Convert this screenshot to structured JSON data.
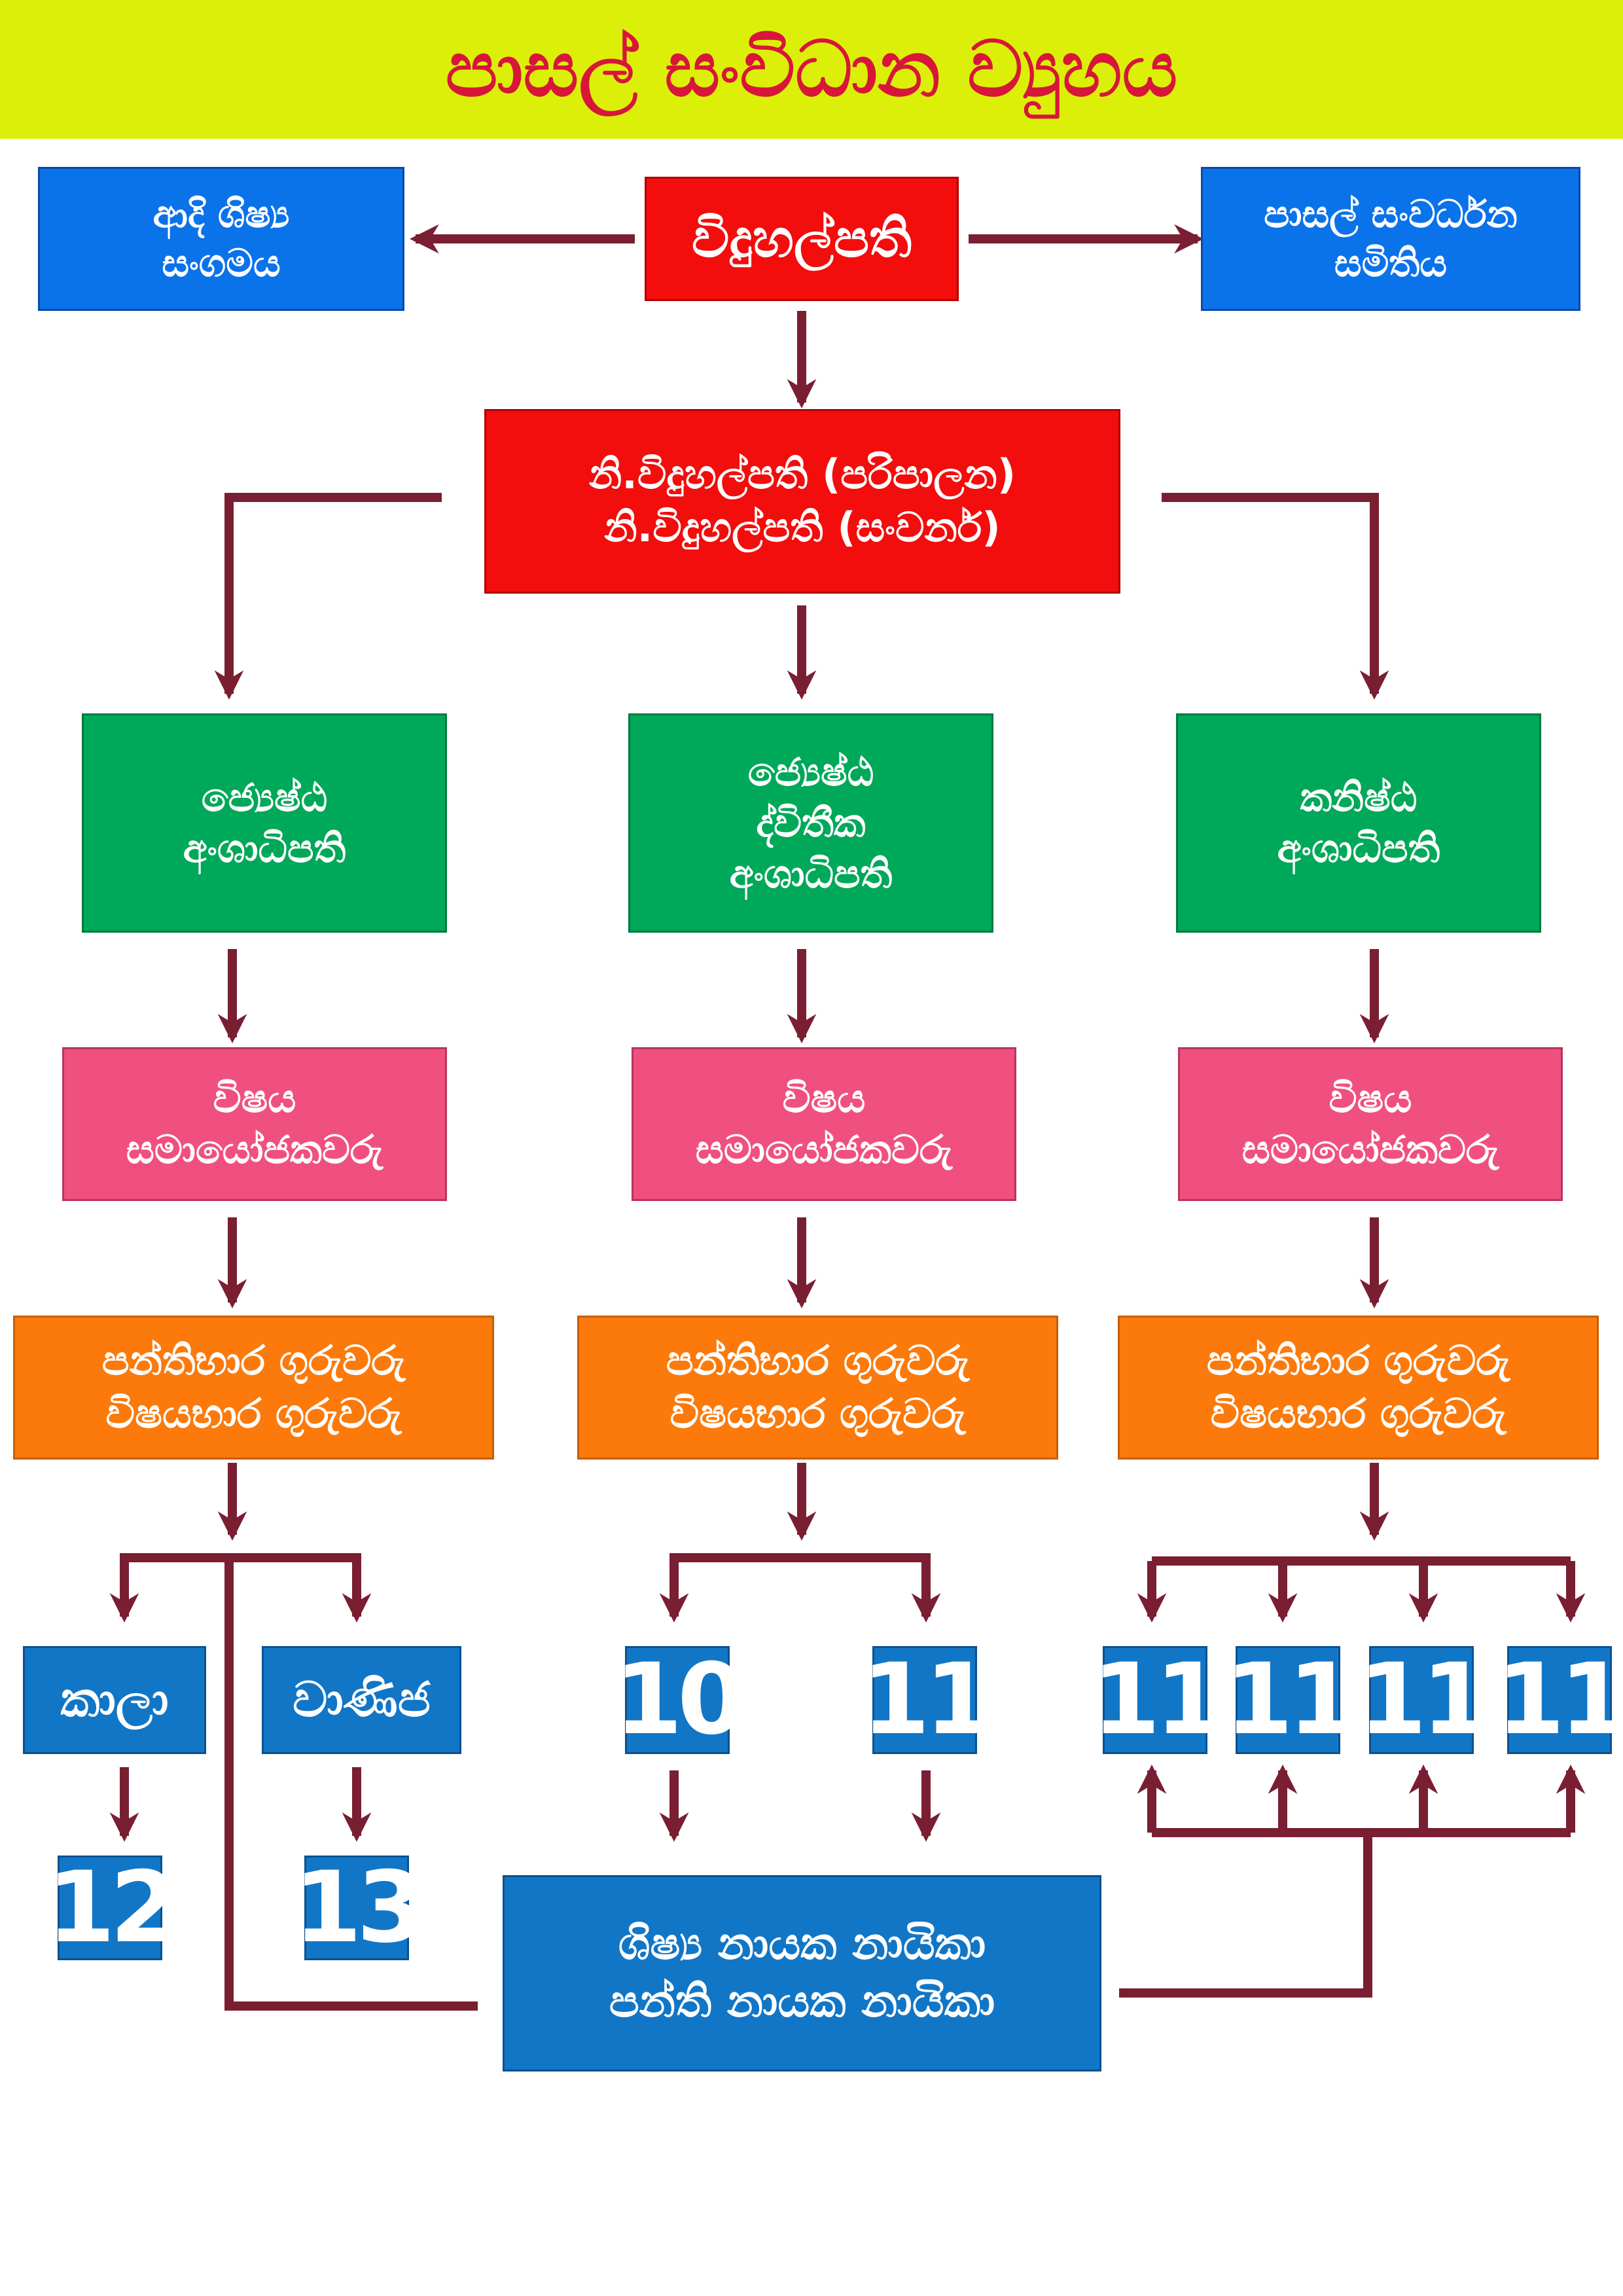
{
  "title": "පාසල් සංවිධාන ව්‍යුහය",
  "colors": {
    "header_bg": "#dcef08",
    "title": "#d7163a",
    "arrow": "#7a1e32",
    "blue": "#0b73ea",
    "red": "#f30d0d",
    "green": "#00a859",
    "pink": "#f0507f",
    "orange": "#fb7a0b",
    "navy": "#1276c6"
  },
  "top": {
    "principal": "විදුහල්පති",
    "alumni": [
      "ආදි ශිෂ්‍ය",
      "සංගමය"
    ],
    "sdc": [
      "පාසල් සංවර්ධන",
      "සමිතිය"
    ]
  },
  "deputy": [
    "නි.විදුහල්පති (පරිපාලන)",
    "නි.විදුහල්පති (සංවර්න)"
  ],
  "sections": [
    {
      "head": [
        "ජ්‍යෙෂ්ඨ",
        "අංශාධිපති"
      ],
      "coordinators": [
        "විෂය",
        "සමායෝජකවරු"
      ],
      "teachers": [
        "පන්තිභාර ගුරුවරු",
        "විෂයභාර ගුරුවරු"
      ]
    },
    {
      "head": [
        "ජ්‍යෙෂ්ඨ",
        "ද්විතීක",
        "අංශාධිපති"
      ],
      "coordinators": [
        "විෂය",
        "සමායෝජකවරු"
      ],
      "teachers": [
        "පන්තිභාර ගුරුවරු",
        "විෂයභාර ගුරුවරු"
      ]
    },
    {
      "head": [
        "කනිෂ්ඨ",
        "අංශාධිපති"
      ],
      "coordinators": [
        "විෂය",
        "සමායෝජකවරු"
      ],
      "teachers": [
        "පන්තිභාර ගුරුවරු",
        "විෂයභාර ගුරුවරු"
      ]
    }
  ],
  "streams": {
    "arts": "කාලා",
    "commerce": "වාණිජ",
    "arts_grade": "12",
    "commerce_grade": "13"
  },
  "middle_grades": [
    "10",
    "11"
  ],
  "junior_grades": [
    "11",
    "11",
    "11",
    "11"
  ],
  "prefects": [
    "ශිෂ්‍ය නායක නායිකා",
    "පන්ති නායක නායිකා"
  ]
}
